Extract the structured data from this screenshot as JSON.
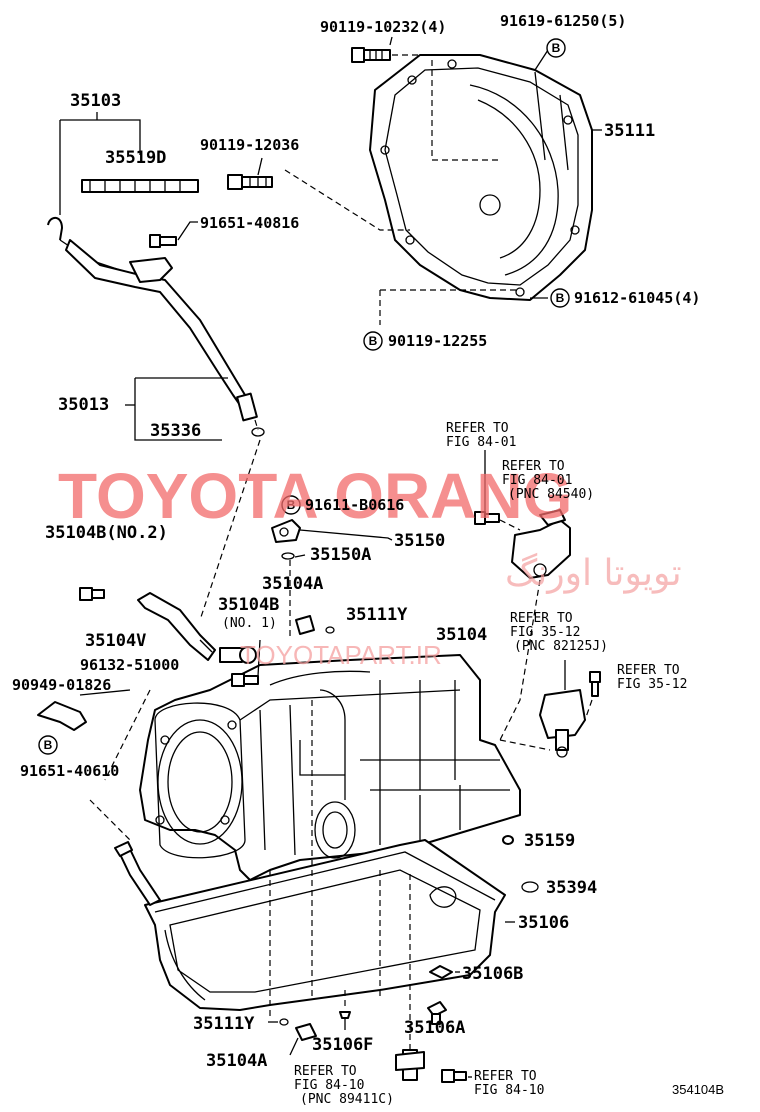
{
  "diagram": {
    "code": "354104B",
    "badge_letter": "B",
    "watermark": {
      "brand": "TOYOTA ORANG",
      "persian": "تویوتا اورنگ",
      "url": "TOYOTAPART.IR"
    },
    "labels": {
      "p90119_10232": "90119-10232(4)",
      "p91619_61250": "91619-61250(5)",
      "p35103": "35103",
      "p35519D": "35519D",
      "p90119_12036": "90119-12036",
      "p35111": "35111",
      "p91651_40816": "91651-40816",
      "p91612_61045": "91612-61045(4)",
      "p90119_12255": "90119-12255",
      "p35013": "35013",
      "p35336": "35336",
      "p91611_B0616": "91611-B0616",
      "p35104B_no2": "35104B(NO.2)",
      "p35150A": "35150A",
      "p35150": "35150",
      "p35104A_top": "35104A",
      "p35104B_no1": "35104B",
      "p35104B_no1_sub": "(NO. 1)",
      "p35111Y_top": "35111Y",
      "p35104": "35104",
      "p35104V": "35104V",
      "p96132_51000": "96132-51000",
      "p90949_01826": "90949-01826",
      "p91651_40610": "91651-40610",
      "p35159": "35159",
      "p35394": "35394",
      "p35106": "35106",
      "p35106B": "35106B",
      "p35111Y_bottom": "35111Y",
      "p35106A": "35106A",
      "p35104A_bottom": "35104A",
      "p35106F": "35106F"
    },
    "refs": {
      "r1_line1": "REFER TO",
      "r1_line2": "FIG 84-01",
      "r2_line1": "REFER TO",
      "r2_line2": "FIG 84-01",
      "r2_line3": "(PNC 84540)",
      "r3_line1": "REFER TO",
      "r3_line2": "FIG 35-12",
      "r3_line3": "(PNC 82125J)",
      "r4_line1": "REFER TO",
      "r4_line2": "FIG 35-12",
      "r5_line1": "REFER TO",
      "r5_line2": "FIG 84-10",
      "r5_line3": "(PNC 89411C)",
      "r6_line1": "REFER TO",
      "r6_line2": "FIG 84-10"
    }
  }
}
